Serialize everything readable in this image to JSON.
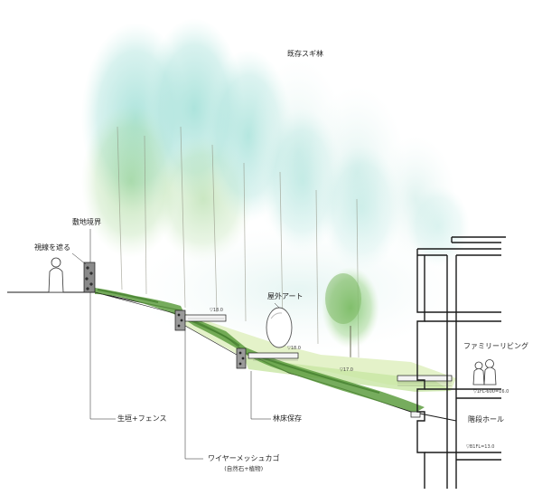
{
  "labels": {
    "existing_cedar_forest": "既存スギ林",
    "site_boundary": "敷地境界",
    "block_view": "視線を遮る",
    "outdoor_art": "屋外アート",
    "family_living": "ファミリーリビング",
    "stair_hall": "階段ホール",
    "hedge_fence": "生垣+フェンス",
    "forest_floor": "林床保存",
    "wire_mesh_basket": "ワイヤーメッシュカゴ",
    "wire_mesh_basket_sub": "(自然石+植物)"
  },
  "levels": {
    "l1": "▽18.0",
    "l2": "▽18.0",
    "l3": "▽17.0",
    "l4": "▽1FL-600=16.0",
    "l5": "▽B1FL=13.0"
  },
  "colors": {
    "tree_cyan": "#8fd6d0",
    "tree_green": "#7bbf6a",
    "ground_green": "#5a9a3c",
    "light_green": "#dcefb8",
    "line": "#1a1a1a"
  }
}
